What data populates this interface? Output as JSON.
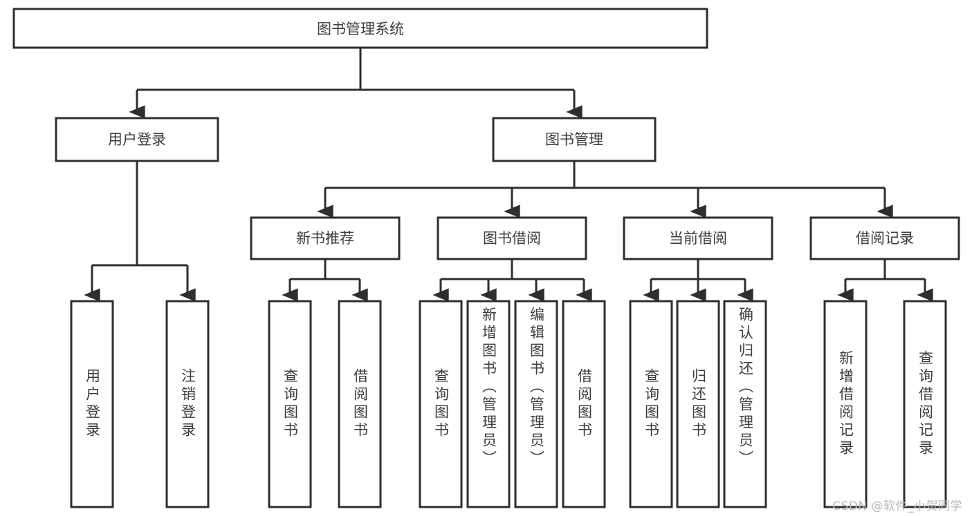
{
  "diagram": {
    "type": "tree",
    "title": "图书管理系统",
    "orientation": "top-down",
    "root": {
      "id": "root",
      "label": "图书管理系统",
      "level": 0
    },
    "level1": [
      {
        "id": "user-login",
        "label": "用户登录"
      },
      {
        "id": "book-manage",
        "label": "图书管理"
      }
    ],
    "level2": [
      {
        "id": "new-book-recommend",
        "label": "新书推荐",
        "parent": "book-manage"
      },
      {
        "id": "book-borrow",
        "label": "图书借阅",
        "parent": "book-manage"
      },
      {
        "id": "current-borrow",
        "label": "当前借阅",
        "parent": "book-manage"
      },
      {
        "id": "borrow-record",
        "label": "借阅记录",
        "parent": "book-manage"
      }
    ],
    "leaves": {
      "user-login": [
        {
          "id": "leaf-user-login",
          "label": "用户登录"
        },
        {
          "id": "leaf-user-logout",
          "label": "注销登录"
        }
      ],
      "new-book-recommend": [
        {
          "id": "leaf-query-book-1",
          "label": "查询图书"
        },
        {
          "id": "leaf-borrow-book-1",
          "label": "借阅图书"
        }
      ],
      "book-borrow": [
        {
          "id": "leaf-query-book-2",
          "label": "查询图书"
        },
        {
          "id": "leaf-add-book",
          "label": "新增图书（管理员）"
        },
        {
          "id": "leaf-edit-book",
          "label": "编辑图书（管理员）"
        },
        {
          "id": "leaf-borrow-book-2",
          "label": "借阅图书"
        }
      ],
      "current-borrow": [
        {
          "id": "leaf-query-book-3",
          "label": "查询图书"
        },
        {
          "id": "leaf-return-book",
          "label": "归还图书"
        },
        {
          "id": "leaf-confirm-return",
          "label": "确认归还（管理员）"
        }
      ],
      "borrow-record": [
        {
          "id": "leaf-add-record",
          "label": "新增借阅记录"
        },
        {
          "id": "leaf-query-record",
          "label": "查询借阅记录"
        }
      ]
    }
  },
  "watermark": {
    "text": "CSDN @软件_小贺同学"
  },
  "colors": {
    "stroke": "#2e2e2e",
    "text": "#3c3c3c",
    "background": "#ffffff",
    "watermark": "#b9b9b9"
  }
}
